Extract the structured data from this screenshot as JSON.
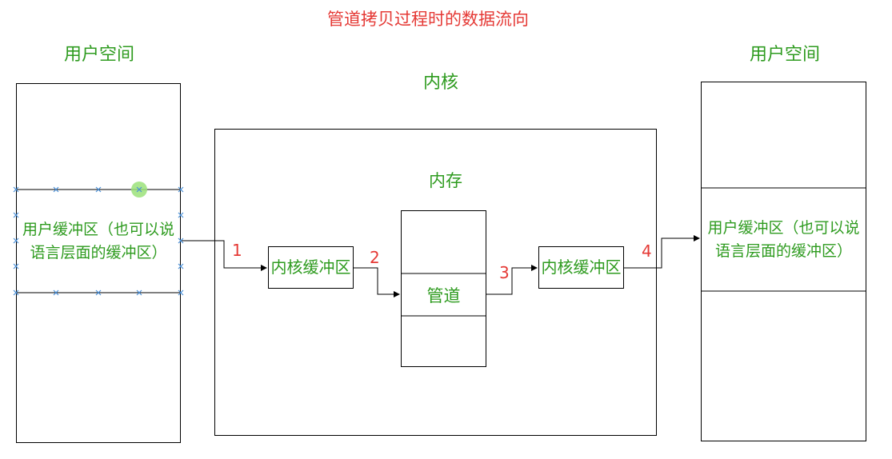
{
  "title": "管道拷贝过程时的数据流向",
  "left_user_space": {
    "label": "用户空间",
    "buffer_label": "用户缓冲区（也可以说语言层面的缓冲区）"
  },
  "right_user_space": {
    "label": "用户空间",
    "buffer_label": "用户缓冲区（也可以说语言层面的缓冲区）"
  },
  "kernel": {
    "label": "内核",
    "memory_label": "内存",
    "kernel_buffer_1": "内核缓冲区",
    "kernel_buffer_2": "内核缓冲区",
    "pipe_label": "管道"
  },
  "steps": [
    "1",
    "2",
    "3",
    "4"
  ],
  "colors": {
    "title": "#e53935",
    "green_text": "#2e9b1f",
    "step_number": "#e53935",
    "selection_handle": "#4a90d9",
    "highlight_dot": "#9be27a"
  }
}
